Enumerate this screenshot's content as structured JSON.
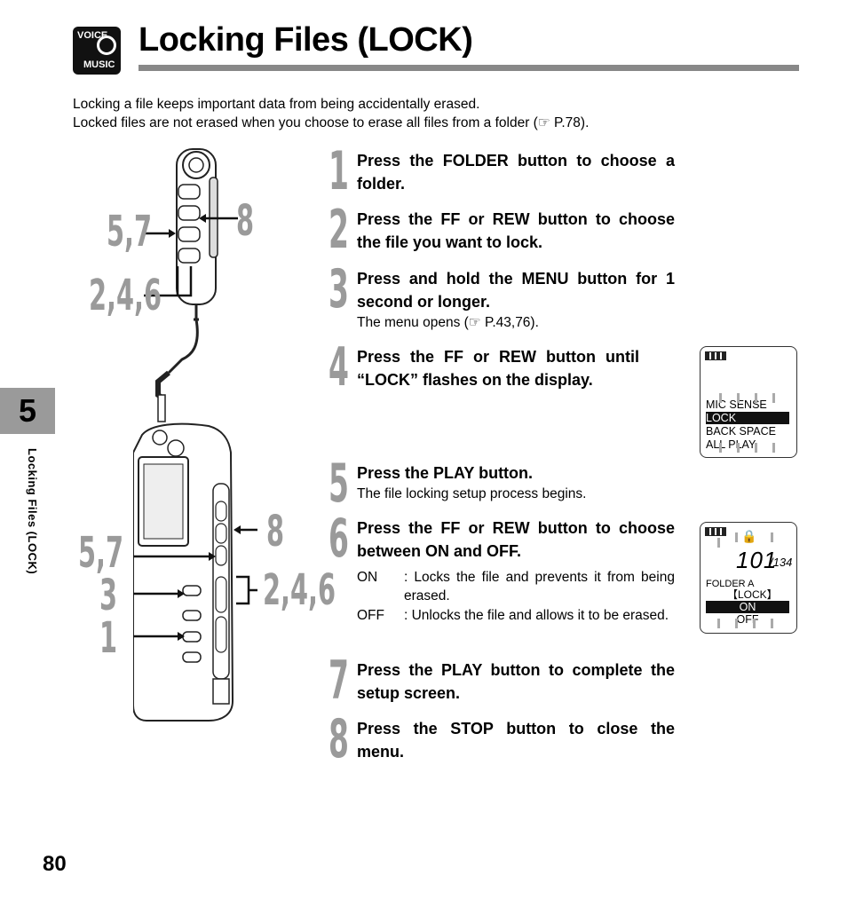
{
  "header": {
    "logo_line1": "VOICE",
    "logo_line2": "MUSIC",
    "title": "Locking Files (LOCK)"
  },
  "intro": {
    "line1": "Locking a file keeps important data from being accidentally erased.",
    "line2": "Locked files are not erased when you choose to erase all files from a folder (☞ P.78)."
  },
  "chapter": {
    "number": "5",
    "side_label": "Locking Files (LOCK)"
  },
  "page_number": "80",
  "callouts": {
    "remote_57": "5,7",
    "remote_8": "8",
    "remote_246": "2,4,6",
    "body_8": "8",
    "body_57": "5,7",
    "body_246": "2,4,6",
    "body_3": "3",
    "body_1": "1"
  },
  "steps": [
    {
      "num": "1",
      "head": "Press the FOLDER button to choose a folder."
    },
    {
      "num": "2",
      "head": "Press the FF or REW button to choose the file you want to lock."
    },
    {
      "num": "3",
      "head": "Press and hold the MENU button for 1 second or longer.",
      "sub": "The menu opens (☞ P.43,76)."
    },
    {
      "num": "4",
      "head": "Press the FF or REW button until “LOCK” flashes on the display."
    },
    {
      "num": "5",
      "head": "Press the PLAY button.",
      "sub": "The file locking setup process begins."
    },
    {
      "num": "6",
      "head": "Press the FF or REW button to choose between ON and OFF."
    },
    {
      "num": "7",
      "head": "Press the PLAY button to complete the setup screen."
    },
    {
      "num": "8",
      "head": "Press the STOP button to close the menu."
    }
  ],
  "options": [
    {
      "term": "ON",
      "desc": ": Locks the file and prevents it from being erased."
    },
    {
      "term": "OFF",
      "desc": ": Unlocks the file and allows it to be erased."
    }
  ],
  "lcd1": {
    "items": [
      "MIC SENSE",
      "LOCK",
      "BACK SPACE",
      "ALL PLAY"
    ]
  },
  "lcd2": {
    "file_num": "101",
    "total": "/134",
    "folder": "FOLDER A",
    "label": "【LOCK】",
    "on": "ON",
    "off": "OFF"
  }
}
